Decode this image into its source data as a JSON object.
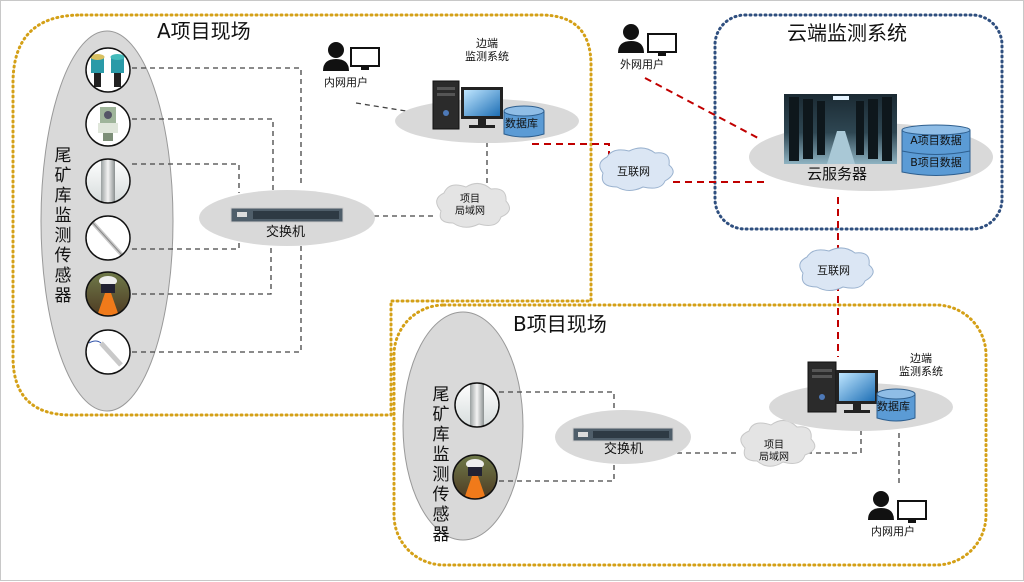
{
  "colors": {
    "site_border": "#d4a017",
    "cloud_border": "#2f4f7f",
    "lan_link": "#444444",
    "internet_link": "#c00000",
    "ellipse_fill": "#d9d9d9",
    "cloud_fill": "#dbe6f4",
    "lan_cloud_fill": "#e4e4e4",
    "db_fill": "#5b9bd5"
  },
  "site_a": {
    "title": "A项目现场",
    "sensor_group_label": "尾矿库监测传感器",
    "sensors": [
      {
        "name": "radar-level-gauge-icon"
      },
      {
        "name": "total-station-icon"
      },
      {
        "name": "piezometer-icon"
      },
      {
        "name": "inclinometer-icon"
      },
      {
        "name": "gnss-receiver-icon"
      },
      {
        "name": "water-level-sensor-icon"
      }
    ],
    "switch_label": "交换机",
    "lan_label_line1": "项目",
    "lan_label_line2": "局域网",
    "edge_label_line1": "边端",
    "edge_label_line2": "监测系统",
    "db_label": "数据库",
    "user_label": "内网用户"
  },
  "site_b": {
    "title": "B项目现场",
    "sensor_group_label": "尾矿库监测传感器",
    "sensors": [
      {
        "name": "piezometer-icon"
      },
      {
        "name": "gnss-receiver-icon"
      }
    ],
    "switch_label": "交换机",
    "lan_label_line1": "项目",
    "lan_label_line2": "局域网",
    "edge_label_line1": "边端",
    "edge_label_line2": "监测系统",
    "db_label": "数据库",
    "user_label": "内网用户"
  },
  "cloud_system": {
    "title": "云端监测系统",
    "server_label": "云服务器",
    "db_items": [
      "A项目数据",
      "B项目数据"
    ]
  },
  "external_user_label": "外网用户",
  "internet_label_1": "互联网",
  "internet_label_2": "互联网"
}
